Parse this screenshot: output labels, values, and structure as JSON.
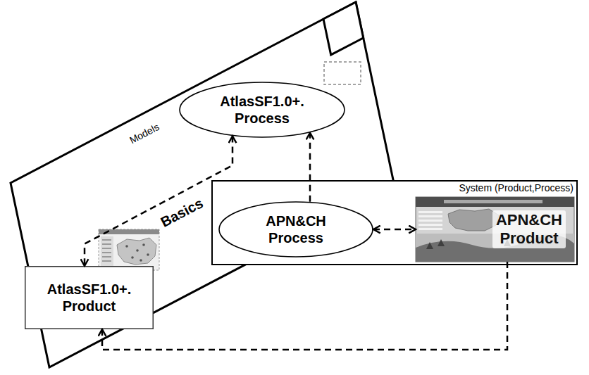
{
  "diagram": {
    "nodes": [
      {
        "text": [
          "Models"
        ]
      },
      {
        "text": [
          "AtlasSF1.0+. Process"
        ],
        "in": 0
      },
      {
        "text": [
          "AtlasSF1.0+. Product"
        ],
        "in": 0
      },
      {
        "text": [
          "System (Product,Process)"
        ]
      },
      {
        "text": [
          "APN&CH Process"
        ],
        "in": 3
      },
      {
        "text": [
          "APN&CH Product"
        ],
        "in": 3
      }
    ],
    "edges": [
      {
        "from": 4,
        "to": 1,
        "arrow": "to"
      },
      {
        "from": 1,
        "to": 2,
        "label": "Basics",
        "arrow": "both"
      },
      {
        "from": 4,
        "to": 5,
        "arrow": "both"
      },
      {
        "from": 5,
        "to": 2,
        "arrow": "to"
      }
    ]
  }
}
